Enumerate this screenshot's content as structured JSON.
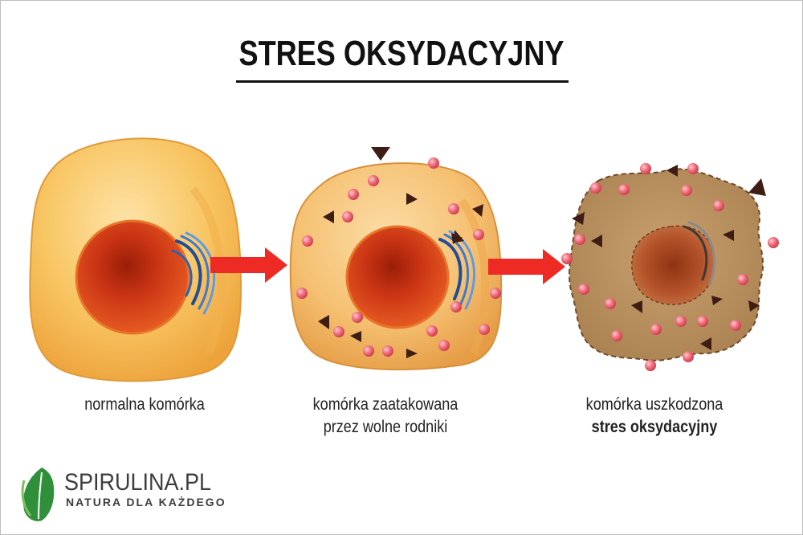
{
  "title": "STRES OKSYDACYJNY",
  "stages": [
    {
      "caption_line1": "normalna komórka",
      "caption_line2": ""
    },
    {
      "caption_line1": "komórka zaatakowana",
      "caption_line2": "przez wolne rodniki"
    },
    {
      "caption_line1": "komórka uszkodzona",
      "caption_line2": "stres oksydacyjny"
    }
  ],
  "logo": {
    "name": "SPIRULINA.PL",
    "tagline": "NATURA DLA KAŻDEGO",
    "icon": "leaf-icon"
  },
  "colors": {
    "cell_healthy": "#f7c15a",
    "cell_damaged": "#b48c5e",
    "nucleus": "#d23a1a",
    "arrow": "#ee2a24",
    "free_radical": "#e85a6a",
    "radical_triangle": "#3e1d14",
    "logo_green": "#2f8f3a"
  }
}
